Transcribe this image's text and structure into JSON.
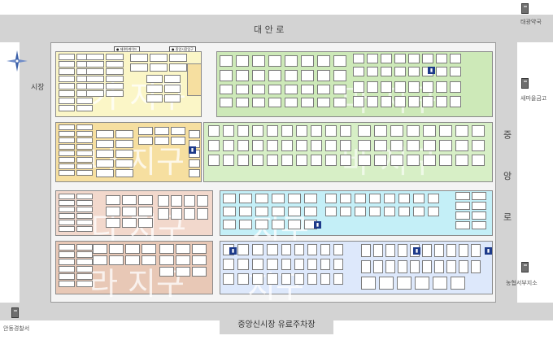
{
  "roads": {
    "top": "대 안 로",
    "right": "중 앙 로",
    "left_top": "시장",
    "bottom_parking": "중앙신시장 유료주차장"
  },
  "landmarks": {
    "top_right": "태광약국",
    "right_mid": "새마을금고",
    "right_bottom": "농협서부지소",
    "bottom_left": "안동경찰서"
  },
  "districts": {
    "a": "가 지구",
    "b": "나 지구",
    "c": "다 지구",
    "d": "라 지구",
    "e": "마 지구",
    "f": "바 지구",
    "g": "지구",
    "h": "지구"
  },
  "signs": {
    "top_left_entrance": "● 제4아케이드",
    "top_center_entrance": "● 중앙시장입구"
  },
  "icons": {
    "compass": "compass-rose-icon",
    "building": "building-icon",
    "toilet": "toilet-icon"
  },
  "colors": {
    "road": "#d3d3d3",
    "zone_yellow": "#fbf6c7",
    "zone_orange": "#f6dfa0",
    "zone_green": "#cde9b8",
    "zone_green_light": "#d7efc6",
    "zone_pink": "#f2d8cc",
    "zone_tan": "#e8c8b6",
    "zone_cyan": "#c4eff7",
    "zone_blue": "#dde8fb"
  }
}
